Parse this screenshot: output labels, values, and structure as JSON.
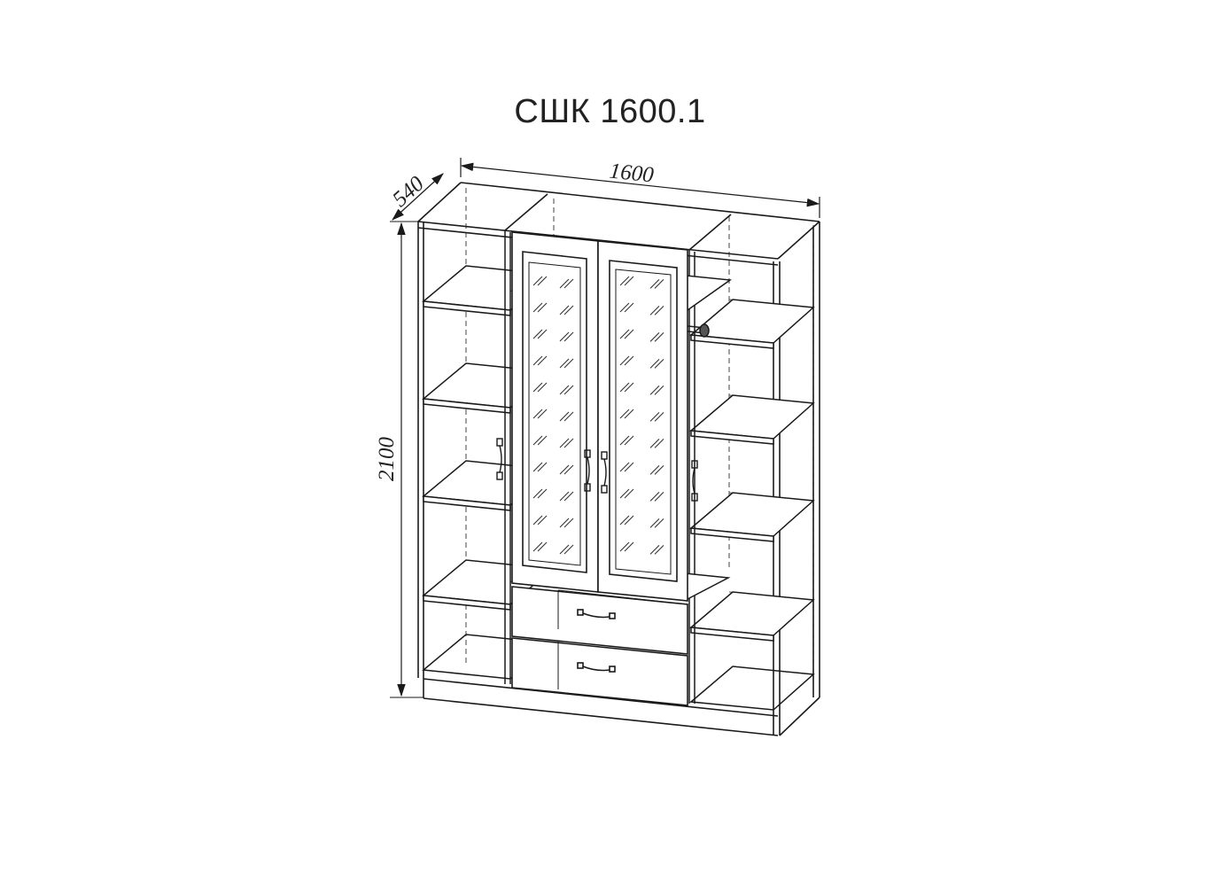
{
  "title": "СШК 1600.1",
  "dimensions": {
    "width": "1600",
    "depth": "540",
    "height": "2100"
  },
  "colors": {
    "line": "#1a1a1a",
    "hidden_line": "#555555",
    "background": "#ffffff"
  },
  "components": {
    "side_sections": 2,
    "mirror_doors": 2,
    "drawers": 2,
    "hanging_rail": 1
  }
}
